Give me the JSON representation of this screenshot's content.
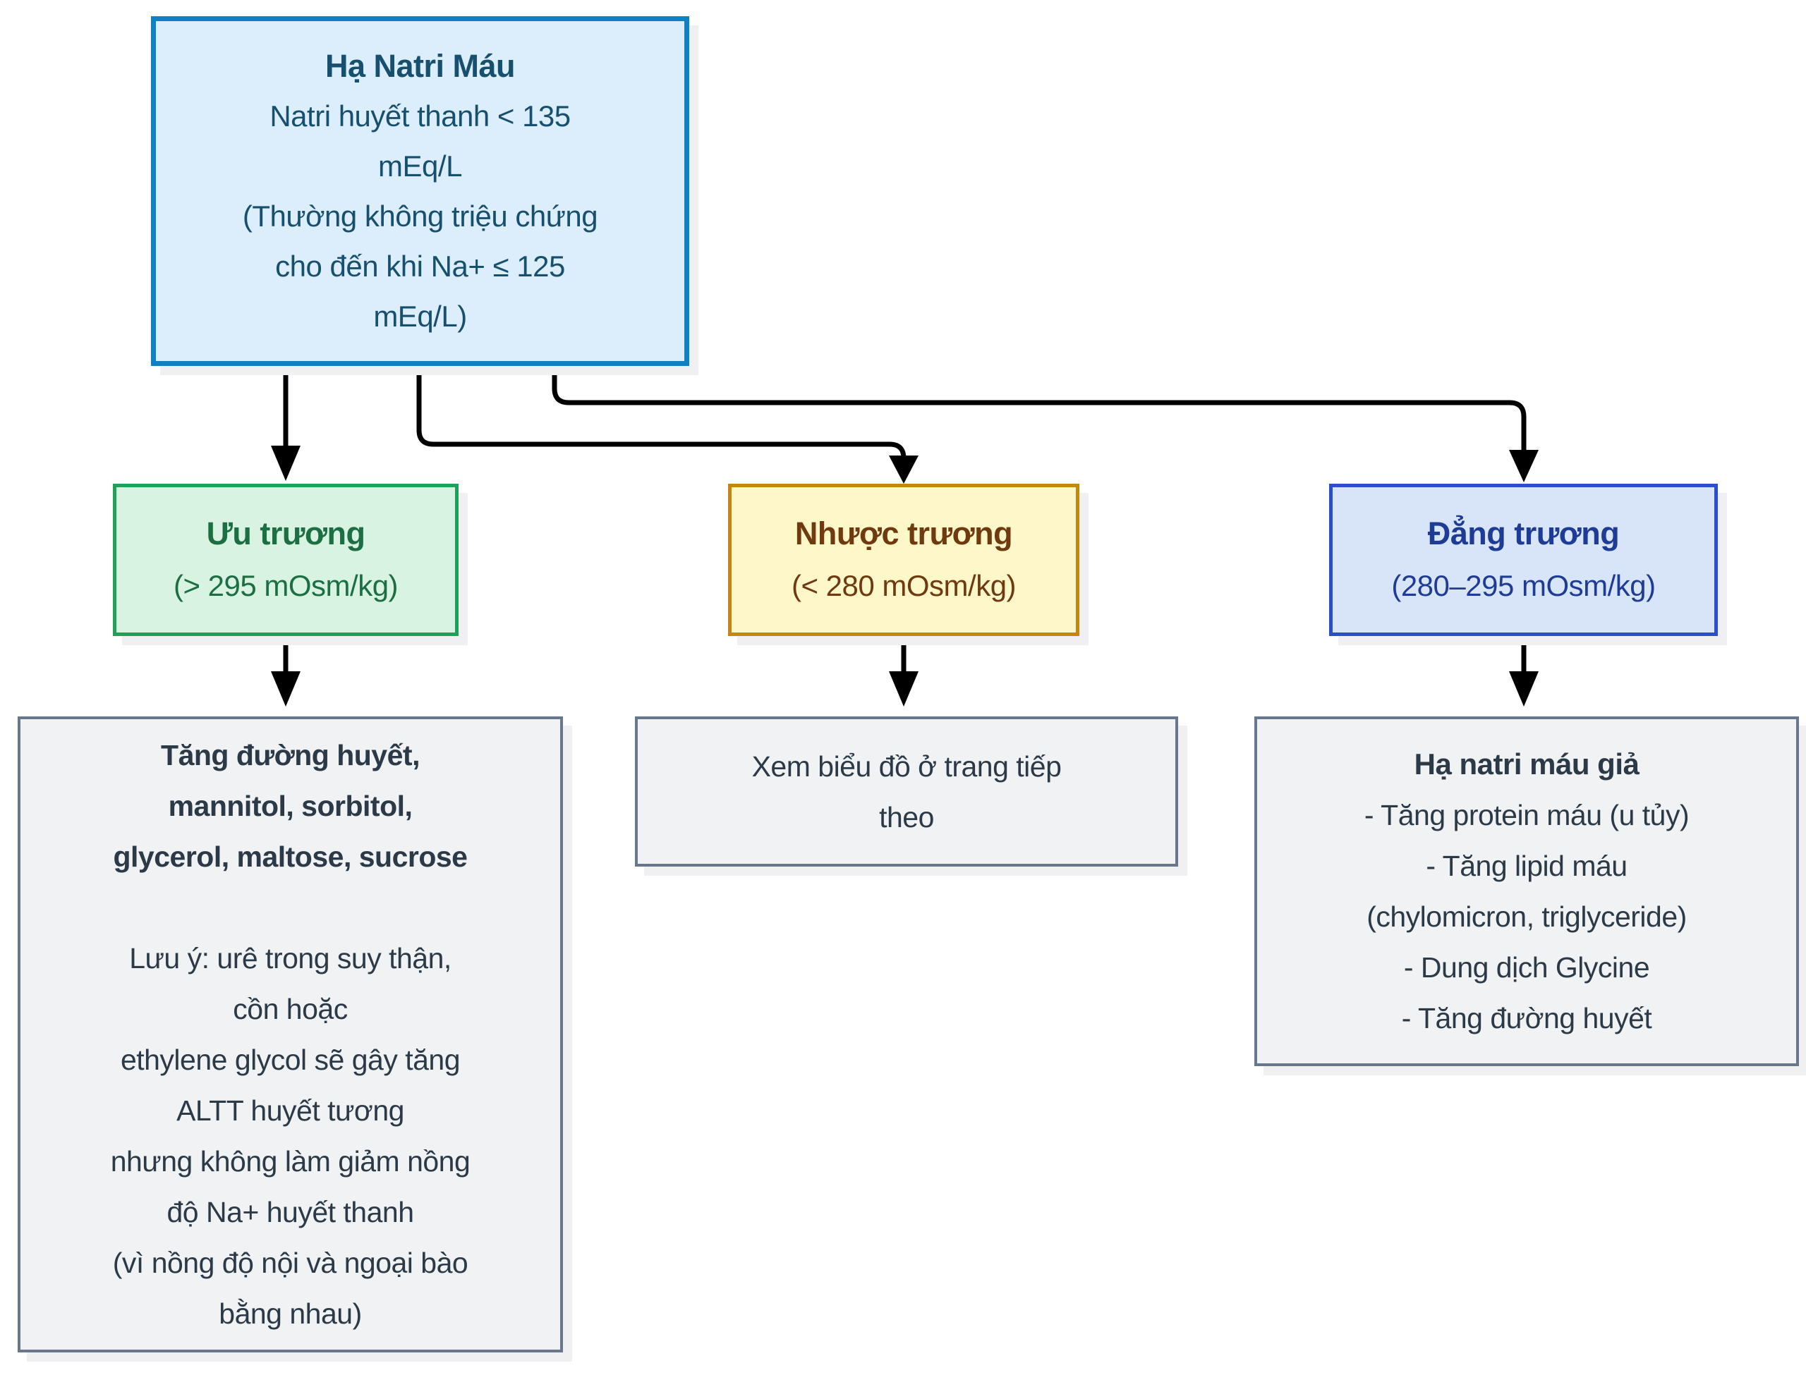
{
  "diagram": {
    "root": {
      "title": "Hạ Natri Máu",
      "lines": [
        "Natri huyết thanh < 135",
        "mEq/L",
        "(Thường không triệu chứng",
        "cho đến khi Na+ ≤ 125",
        "mEq/L)"
      ]
    },
    "branches": {
      "hypertonic": {
        "title": "Ưu trương",
        "subtitle": "(> 295 mOsm/kg)"
      },
      "hypotonic": {
        "title": "Nhược trương",
        "subtitle": "(< 280 mOsm/kg)"
      },
      "isotonic": {
        "title": "Đẳng trương",
        "subtitle": "(280–295 mOsm/kg)"
      }
    },
    "details": {
      "hypertonic": {
        "bold_lines": [
          "Tăng đường huyết,",
          "mannitol, sorbitol,",
          "glycerol, maltose, sucrose"
        ],
        "note_lines": [
          "Lưu ý: urê trong suy thận,",
          "cồn hoặc",
          "ethylene glycol sẽ gây tăng",
          "ALTT huyết tương",
          "nhưng không làm giảm nồng",
          "độ Na+ huyết thanh",
          "(vì nồng độ nội và ngoại bào",
          "bằng nhau)"
        ]
      },
      "hypotonic": {
        "lines": [
          "Xem biểu đồ ở trang tiếp",
          "theo"
        ]
      },
      "isotonic": {
        "title": "Hạ natri máu giả",
        "lines": [
          "- Tăng protein máu (u tủy)",
          "- Tăng lipid máu",
          "(chylomicron, triglyceride)",
          "- Dung dịch Glycine",
          "- Tăng đường huyết"
        ]
      }
    },
    "colors": {
      "root_fill": "#dcedfb",
      "root_border": "#0d81c4",
      "root_text": "#17506e",
      "hypertonic_fill": "#d9f3e3",
      "hypertonic_border": "#1da158",
      "hypertonic_text": "#1c6f42",
      "hypotonic_fill": "#fdf7c9",
      "hypotonic_border": "#c5870f",
      "hypotonic_text": "#703a10",
      "isotonic_fill": "#d8e5f9",
      "isotonic_border": "#2b4fc7",
      "isotonic_text": "#1e3c96",
      "detail_fill": "#f0f2f4",
      "detail_border": "#68778b",
      "detail_text": "#2c3a48",
      "arrow": "#000000",
      "background": "#ffffff"
    }
  }
}
